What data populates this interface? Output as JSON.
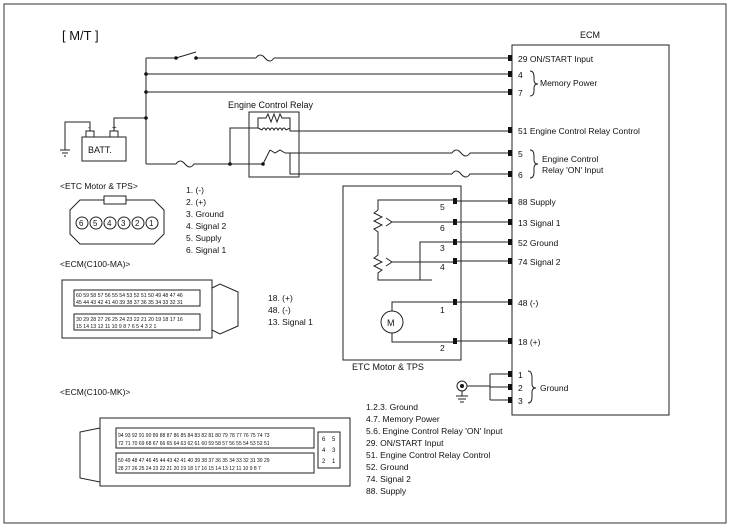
{
  "header": {
    "mode": "[ M/T ]"
  },
  "ecm": {
    "title": "ECM",
    "pins": [
      {
        "label": "29 ON/START Input"
      },
      {
        "label": "4"
      },
      {
        "label": "7"
      },
      {
        "label": "51 Engine Control Relay Control"
      },
      {
        "label": "5"
      },
      {
        "label": "6"
      },
      {
        "label": "88 Supply"
      },
      {
        "label": "13 Signal 1"
      },
      {
        "label": "52 Ground"
      },
      {
        "label": "74 Signal 2"
      },
      {
        "label": "48 (-)"
      },
      {
        "label": "18 (+)"
      },
      {
        "label": "1"
      },
      {
        "label": "2"
      },
      {
        "label": "3"
      }
    ],
    "memory_power": "Memory Power",
    "ecr_on_input_1": "Engine Control",
    "ecr_on_input_2": "Relay 'ON' Input",
    "ground": "Ground"
  },
  "battery": {
    "label": "BATT.",
    "neg": "-",
    "pos": "+"
  },
  "relay": {
    "title": "Engine Control Relay"
  },
  "etc_box": {
    "title": "ETC Motor & TPS",
    "pins": [
      "5",
      "6",
      "3",
      "4",
      "1",
      "2"
    ],
    "motor": "M"
  },
  "connector_etc": {
    "title": "<ETC Motor & TPS>",
    "pins": [
      "6",
      "5",
      "4",
      "3",
      "2",
      "1"
    ],
    "legend": [
      "1. (-)",
      "2. (+)",
      "3. Ground",
      "4. Signal 2",
      "5. Supply",
      "6. Signal 1"
    ]
  },
  "connector_ma": {
    "title": "<ECM(C100-MA)>",
    "row1": "60 59 58 57 56 55 54 53 52 51 50 49 48 47 46",
    "row2": "45 44 43 42 41 40 39 38 37 36 35 34 33 32 31",
    "row3": "30 29 28 27 26 25 24 23 22 21 20 19 18 17 16",
    "row4": "15 14 13 12 11 10 9 8 7 6 5 4 3 2 1",
    "legend": [
      "18. (+)",
      "48. (-)",
      "13. Signal 1"
    ]
  },
  "connector_mk": {
    "title": "<ECM(C100-MK)>",
    "row1": "94 93 92 91 90 89 88 87 86 85 84 83 82 81 80 79 78 77 76 75 74 73",
    "row2": "72 71 70 69 68 67 66 65 64 63 62 61 60 59 58 57 56 55 54 53 52 51",
    "row3": "50 49 48 47 46 45 44 43 42 41 40 39 38 37 36 35 34 33 32 31 30 29",
    "row4": "28 27 26 25 24 23 22 21 20 19 18 17 16 15 14 13 12 11 10 9 8 7",
    "side": [
      "6",
      "5",
      "4",
      "3",
      "2",
      "1"
    ],
    "legend": [
      "1.2.3. Ground",
      "4.7. Memory Power",
      "5.6. Engine Control Relay 'ON' Input",
      "29. ON/START Input",
      "51. Engine Control Relay Control",
      "52. Ground",
      "74. Signal 2",
      "88. Supply"
    ]
  }
}
